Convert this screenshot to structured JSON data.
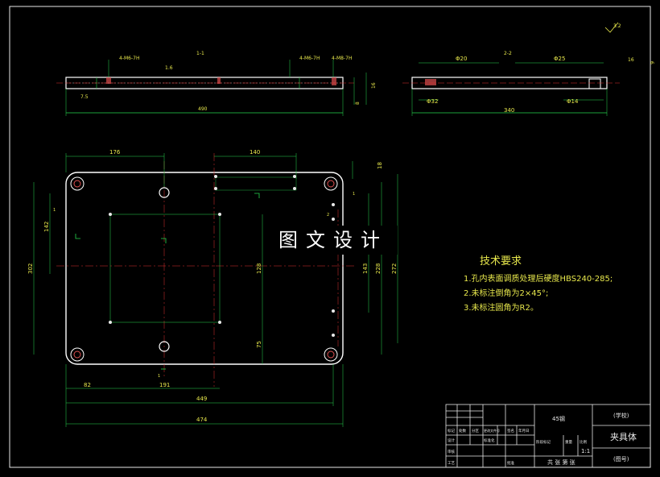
{
  "top_view": {
    "section_label_left": "1-1",
    "section_label_right": "2-2",
    "hole_callouts": [
      "4-M6-7H",
      "4-M6-7H",
      "4-M8-7H"
    ],
    "small_labels": [
      "1.6",
      "7.5",
      "8",
      "16"
    ],
    "overall_length": "490",
    "right_section": {
      "dia_left": "Φ20",
      "dia_right": "Φ25",
      "dia_bottom_left": "Φ32",
      "dia_bottom_right": "Φ14",
      "overall_length": "340",
      "height": "16",
      "top_dim": "6"
    }
  },
  "plan_view": {
    "dims_top": [
      "176",
      "140"
    ],
    "dims_right": [
      "18",
      "143",
      "228",
      "272"
    ],
    "dims_left": [
      "302",
      "142"
    ],
    "dims_bottom": [
      "82",
      "191",
      "449",
      "474"
    ],
    "inner_dims": [
      "128",
      "75"
    ],
    "section_marks": [
      "1",
      "1",
      "1",
      "2"
    ]
  },
  "roughness_mark": "3.2",
  "watermark": "图文设计",
  "tech_requirements": {
    "title": "技术要求",
    "items": [
      "1.孔内表面调质处理后硬度HBS240-285;",
      "2.未标注倒角为2×45°;",
      "3.未标注圆角为R2。"
    ]
  },
  "title_block": {
    "part_name": "夹具体",
    "material": "45钢",
    "school": "(学校)",
    "drawing_no": "(图号)",
    "scale": "1:1",
    "sheet_info": "共 张 第 张",
    "labels": [
      "标记",
      "处数",
      "分区",
      "更改文件号",
      "签名",
      "年月日",
      "设计",
      "标准化",
      "阶段标记",
      "重量",
      "比例",
      "审核",
      "工艺",
      "批准"
    ]
  },
  "colors": {
    "background": "#000000",
    "outline": "#ffffff",
    "dimension": "#26d64e",
    "centerline": "#e03030",
    "text_yellow": "#e8e84c",
    "hole_red": "#e05050"
  }
}
